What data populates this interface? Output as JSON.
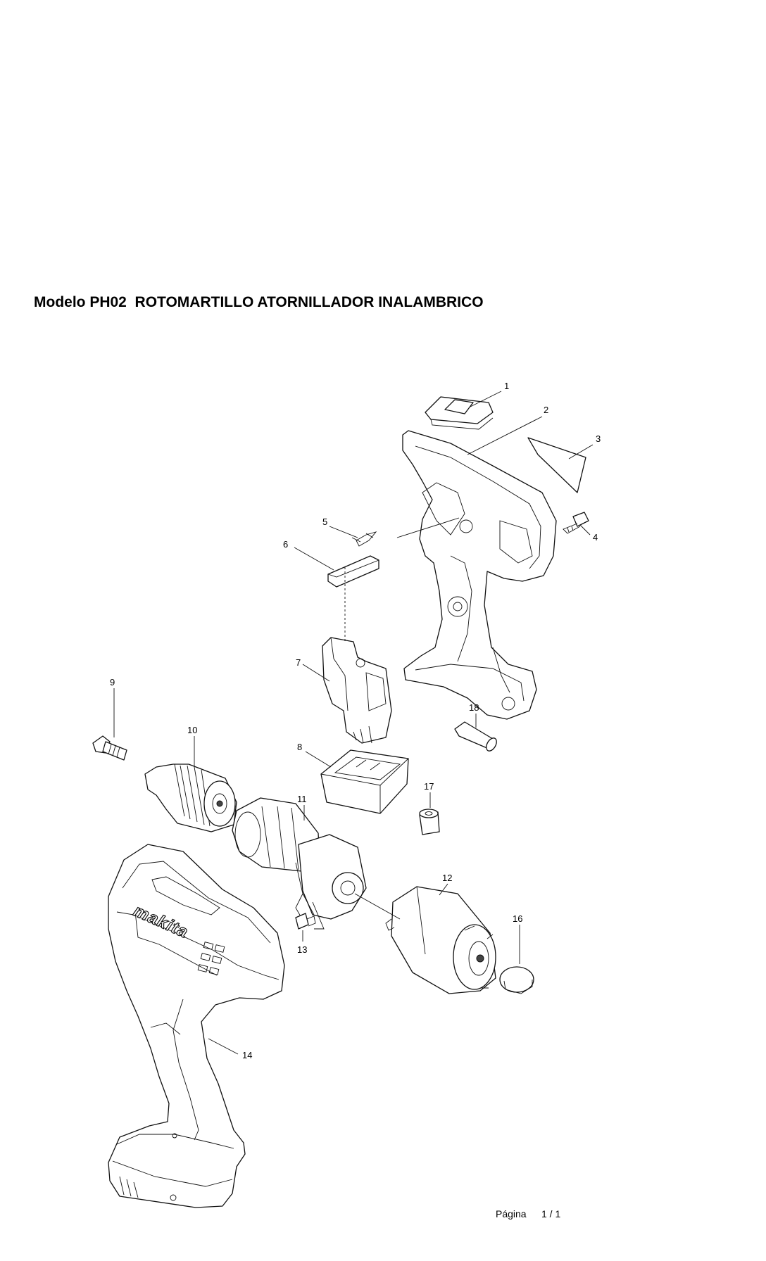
{
  "document": {
    "title": "Modelo PH02  ROTOMARTILLO ATORNILLADOR INALAMBRICO",
    "footer": {
      "label": "Página",
      "page": "1 / 1"
    }
  },
  "diagram": {
    "callouts": [
      {
        "id": "c1",
        "label": "1"
      },
      {
        "id": "c2",
        "label": "2"
      },
      {
        "id": "c3",
        "label": "3"
      },
      {
        "id": "c4",
        "label": "4"
      },
      {
        "id": "c5",
        "label": "5"
      },
      {
        "id": "c6",
        "label": "6"
      },
      {
        "id": "c7",
        "label": "7"
      },
      {
        "id": "c8",
        "label": "8"
      },
      {
        "id": "c9",
        "label": "9"
      },
      {
        "id": "c10",
        "label": "10"
      },
      {
        "id": "c11",
        "label": "11"
      },
      {
        "id": "c12",
        "label": "12"
      },
      {
        "id": "c13",
        "label": "13"
      },
      {
        "id": "c14",
        "label": "14"
      },
      {
        "id": "c16",
        "label": "16"
      },
      {
        "id": "c17",
        "label": "17"
      },
      {
        "id": "c18",
        "label": "18"
      }
    ],
    "logo_text": "makita"
  }
}
